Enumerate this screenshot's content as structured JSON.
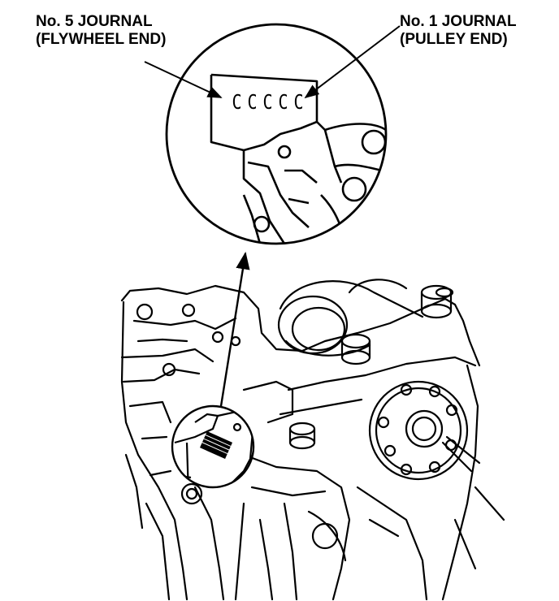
{
  "labels": {
    "journal_5": {
      "line1": "No. 5 JOURNAL",
      "line2": "(FLYWHEEL END)"
    },
    "journal_1": {
      "line1": "No. 1 JOURNAL",
      "line2": "(PULLEY END)"
    }
  },
  "journal_codes": [
    "C",
    "C",
    "C",
    "C",
    "C"
  ],
  "colors": {
    "ink": "#000000",
    "paper": "#ffffff"
  },
  "icons": {
    "marking_block": "hatched-rectangle-icon"
  }
}
